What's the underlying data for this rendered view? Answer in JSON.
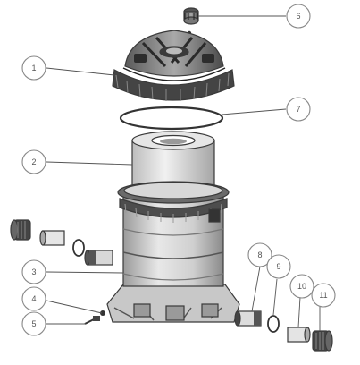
{
  "diagram": {
    "type": "exploded-parts-diagram",
    "callouts": [
      {
        "id": "1",
        "label": "1",
        "part": "lid-cover"
      },
      {
        "id": "2",
        "label": "2",
        "part": "cartridge-element"
      },
      {
        "id": "3",
        "label": "3",
        "part": "filter-tank-body"
      },
      {
        "id": "4",
        "label": "4",
        "part": "drain-plug"
      },
      {
        "id": "5",
        "label": "5",
        "part": "drain-screw"
      },
      {
        "id": "6",
        "label": "6",
        "part": "air-relief-valve"
      },
      {
        "id": "7",
        "label": "7",
        "part": "lid-o-ring"
      },
      {
        "id": "8",
        "label": "8",
        "part": "union-tailpiece"
      },
      {
        "id": "9",
        "label": "9",
        "part": "union-o-ring"
      },
      {
        "id": "10",
        "label": "10",
        "part": "union-adapter"
      },
      {
        "id": "11",
        "label": "11",
        "part": "union-nut"
      }
    ],
    "colors": {
      "line": "#3a3a3a",
      "dark_part": "#2f2f2f",
      "mid_part": "#8a8a8a",
      "light_part": "#d6d6d6",
      "callout_circle": "#888888",
      "leader": "#555555"
    }
  }
}
